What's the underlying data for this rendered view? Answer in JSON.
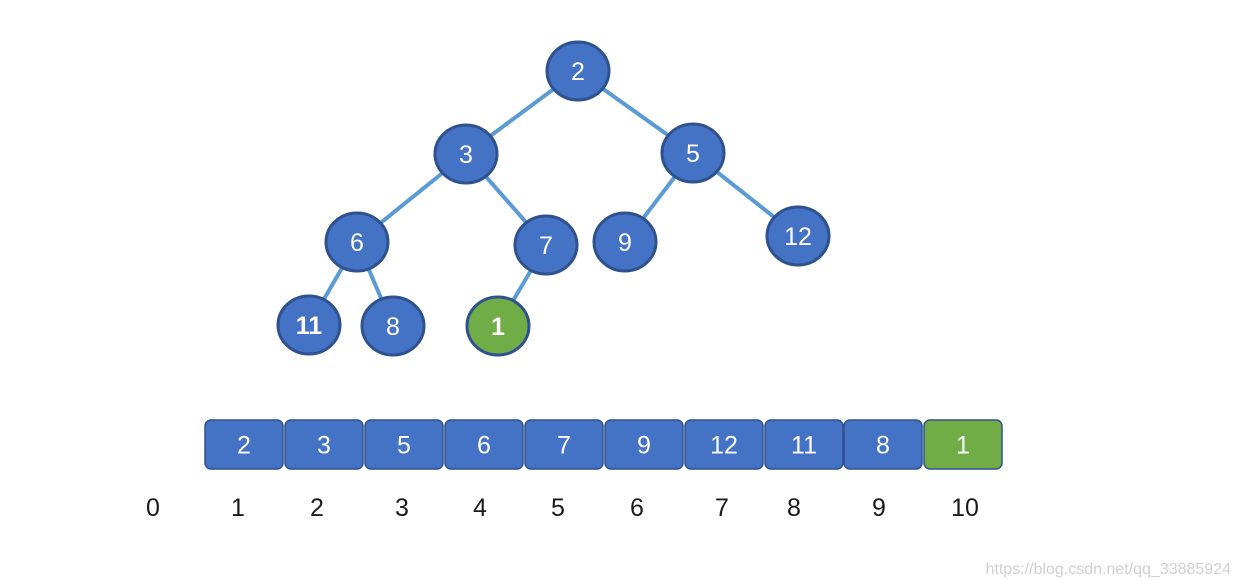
{
  "colors": {
    "node_fill": "#4472c4",
    "node_stroke": "#2f528f",
    "highlight_fill": "#70ad47",
    "edge": "#5b9bd5",
    "text": "#ffffff"
  },
  "tree": {
    "nodes": [
      {
        "id": "n1",
        "label": "2",
        "highlight": false
      },
      {
        "id": "n2",
        "label": "3",
        "highlight": false
      },
      {
        "id": "n3",
        "label": "5",
        "highlight": false
      },
      {
        "id": "n4",
        "label": "6",
        "highlight": false
      },
      {
        "id": "n5",
        "label": "7",
        "highlight": false
      },
      {
        "id": "n6",
        "label": "9",
        "highlight": false
      },
      {
        "id": "n7",
        "label": "12",
        "highlight": false
      },
      {
        "id": "n8",
        "label": "11",
        "highlight": false
      },
      {
        "id": "n9",
        "label": "8",
        "highlight": false
      },
      {
        "id": "n10",
        "label": "1",
        "highlight": true
      }
    ],
    "edges": [
      [
        "n1",
        "n2"
      ],
      [
        "n1",
        "n3"
      ],
      [
        "n2",
        "n4"
      ],
      [
        "n2",
        "n5"
      ],
      [
        "n3",
        "n6"
      ],
      [
        "n3",
        "n7"
      ],
      [
        "n4",
        "n8"
      ],
      [
        "n4",
        "n9"
      ],
      [
        "n5",
        "n10"
      ]
    ]
  },
  "array": {
    "cells": [
      {
        "label": "2",
        "highlight": false
      },
      {
        "label": "3",
        "highlight": false
      },
      {
        "label": "5",
        "highlight": false
      },
      {
        "label": "6",
        "highlight": false
      },
      {
        "label": "7",
        "highlight": false
      },
      {
        "label": "9",
        "highlight": false
      },
      {
        "label": "12",
        "highlight": false
      },
      {
        "label": "11",
        "highlight": false
      },
      {
        "label": "8",
        "highlight": false
      },
      {
        "label": "1",
        "highlight": true
      }
    ],
    "indices": [
      "0",
      "1",
      "2",
      "3",
      "4",
      "5",
      "6",
      "7",
      "8",
      "9",
      "10"
    ]
  },
  "watermark": "https://blog.csdn.net/qq_33885924"
}
